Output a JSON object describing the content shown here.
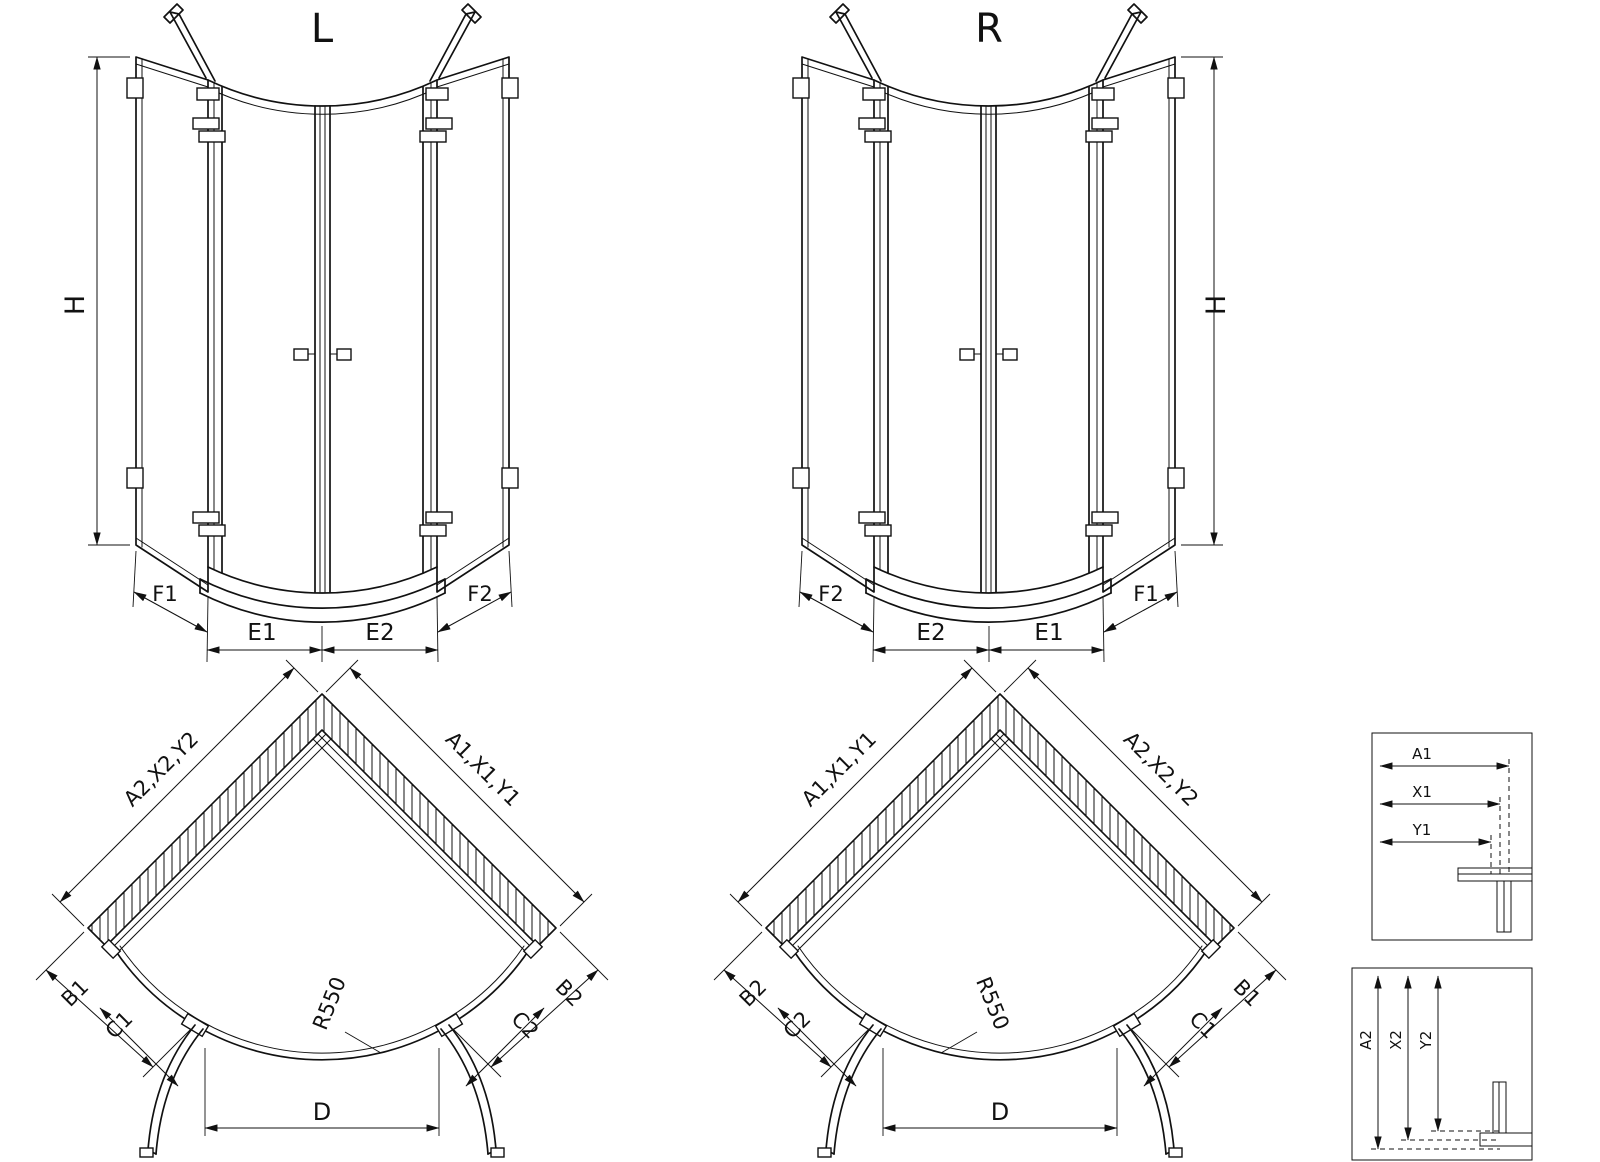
{
  "page": {
    "background": "#ffffff",
    "ink": "#111111"
  },
  "elevation_l": {
    "title": "L",
    "height_dim": "H",
    "dim_f1": "F1",
    "dim_e1": "E1",
    "dim_e2": "E2",
    "dim_f2": "F2"
  },
  "elevation_r": {
    "title": "R",
    "height_dim": "H",
    "dim_f2": "F2",
    "dim_e2": "E2",
    "dim_e1": "E1",
    "dim_f1": "F1"
  },
  "plan_l": {
    "dim_left_wall": "A2,X2,Y2",
    "dim_right_wall": "A1,X1,Y1",
    "dim_b1": "B1",
    "dim_b2": "B2",
    "dim_c1": "C1",
    "dim_c2": "C2",
    "dim_radius": "R550",
    "dim_d": "D"
  },
  "plan_r": {
    "dim_left_wall": "A1,X1,Y1",
    "dim_right_wall": "A2,X2,Y2",
    "dim_b1": "B1",
    "dim_b2": "B2",
    "dim_c1": "C1",
    "dim_c2": "C2",
    "dim_radius": "R550",
    "dim_d": "D"
  },
  "detail_h": {
    "dim_a1": "A1",
    "dim_x1": "X1",
    "dim_y1": "Y1"
  },
  "detail_v": {
    "dim_a2": "A2",
    "dim_x2": "X2",
    "dim_y2": "Y2"
  }
}
